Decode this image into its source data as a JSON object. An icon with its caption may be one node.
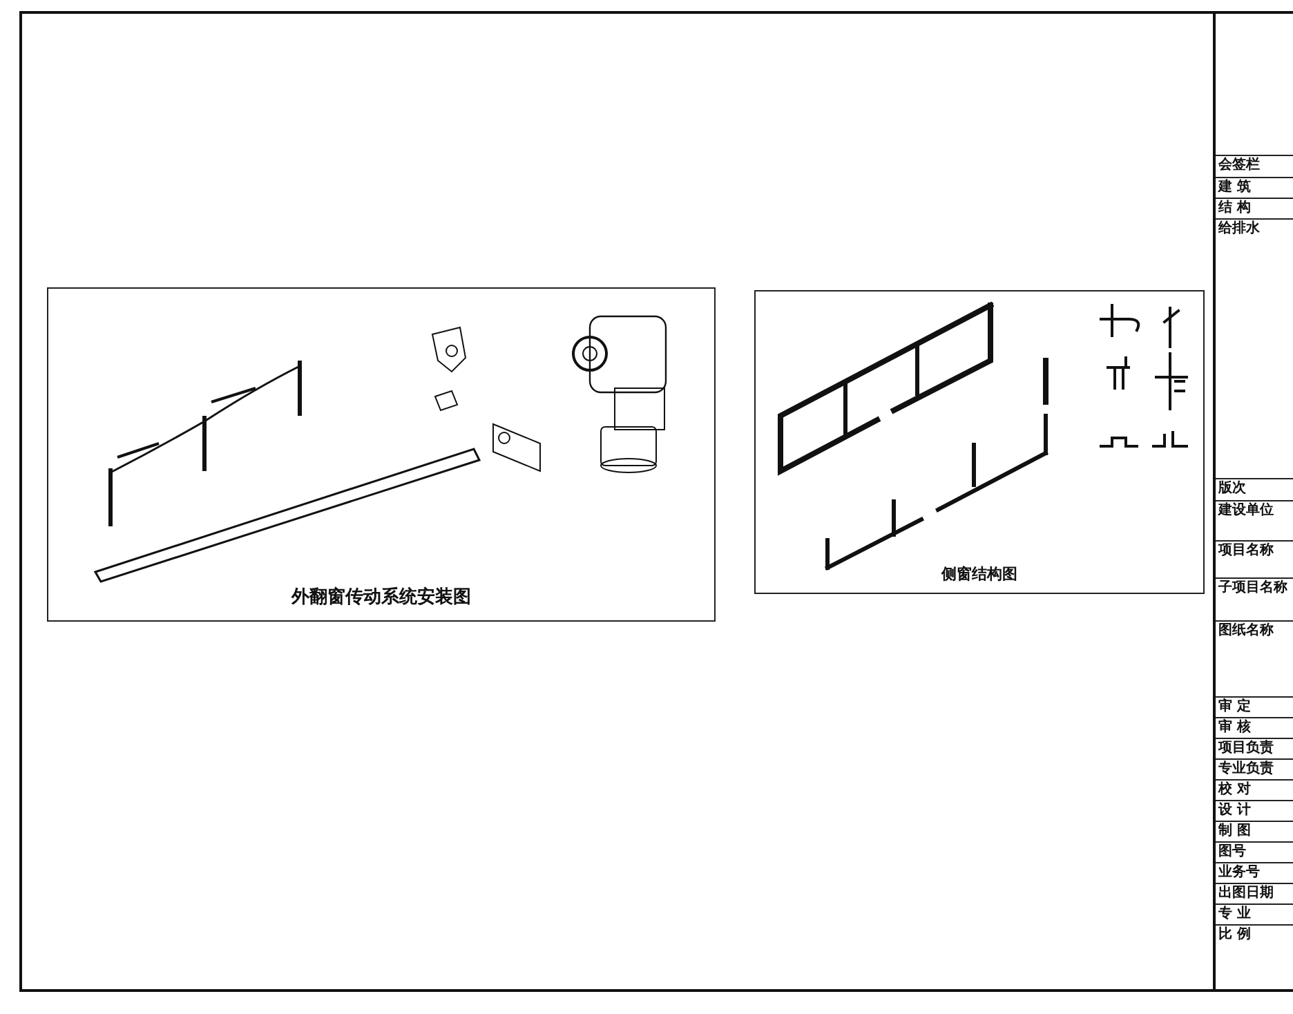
{
  "diagram": {
    "nodes": [
      {
        "text": [
          "外翻窗传动系统安装图"
        ]
      },
      {
        "text": [
          "侧窗结构图"
        ]
      }
    ],
    "labels": [
      "会签栏",
      "建 筑",
      "结 构",
      "给排水",
      "版次",
      "建设单位",
      "项目名称",
      "子项目名称",
      "图纸名称",
      "审 定",
      "审 核",
      "项目负责",
      "专业负责",
      "校 对",
      "设 计",
      "制 图",
      "图号",
      "业务号",
      "出图日期",
      "专 业",
      "比 例"
    ]
  }
}
